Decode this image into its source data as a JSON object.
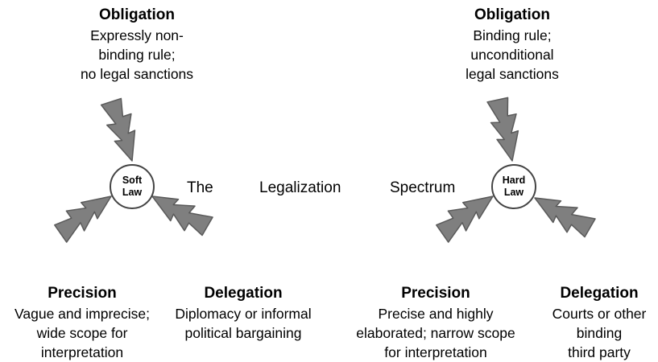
{
  "spectrum": {
    "words": [
      "The",
      "Legalization",
      "Spectrum"
    ]
  },
  "soft": {
    "node": [
      "Soft",
      "Law"
    ],
    "obligation": {
      "heading": "Obligation",
      "lines": [
        "Expressly non-",
        "binding rule;",
        "no legal sanctions"
      ]
    },
    "precision": {
      "heading": "Precision",
      "lines": [
        "Vague and imprecise;",
        "wide scope for",
        "interpretation"
      ]
    },
    "delegation": {
      "heading": "Delegation",
      "lines": [
        "Diplomacy or informal",
        "political bargaining"
      ]
    }
  },
  "hard": {
    "node": [
      "Hard",
      "Law"
    ],
    "obligation": {
      "heading": "Obligation",
      "lines": [
        "Binding rule;",
        "unconditional",
        "legal sanctions"
      ]
    },
    "precision": {
      "heading": "Precision",
      "lines": [
        "Precise and highly",
        "elaborated; narrow scope",
        "for interpretation"
      ]
    },
    "delegation": {
      "heading": "Delegation",
      "lines": [
        "Courts or other",
        "binding",
        "third party"
      ]
    }
  },
  "colors": {
    "bolt_fill": "#7f7f7f",
    "bolt_stroke": "#5a5a5a",
    "node_border": "#444444"
  },
  "icons": [
    "lightning-bolt-icon"
  ]
}
